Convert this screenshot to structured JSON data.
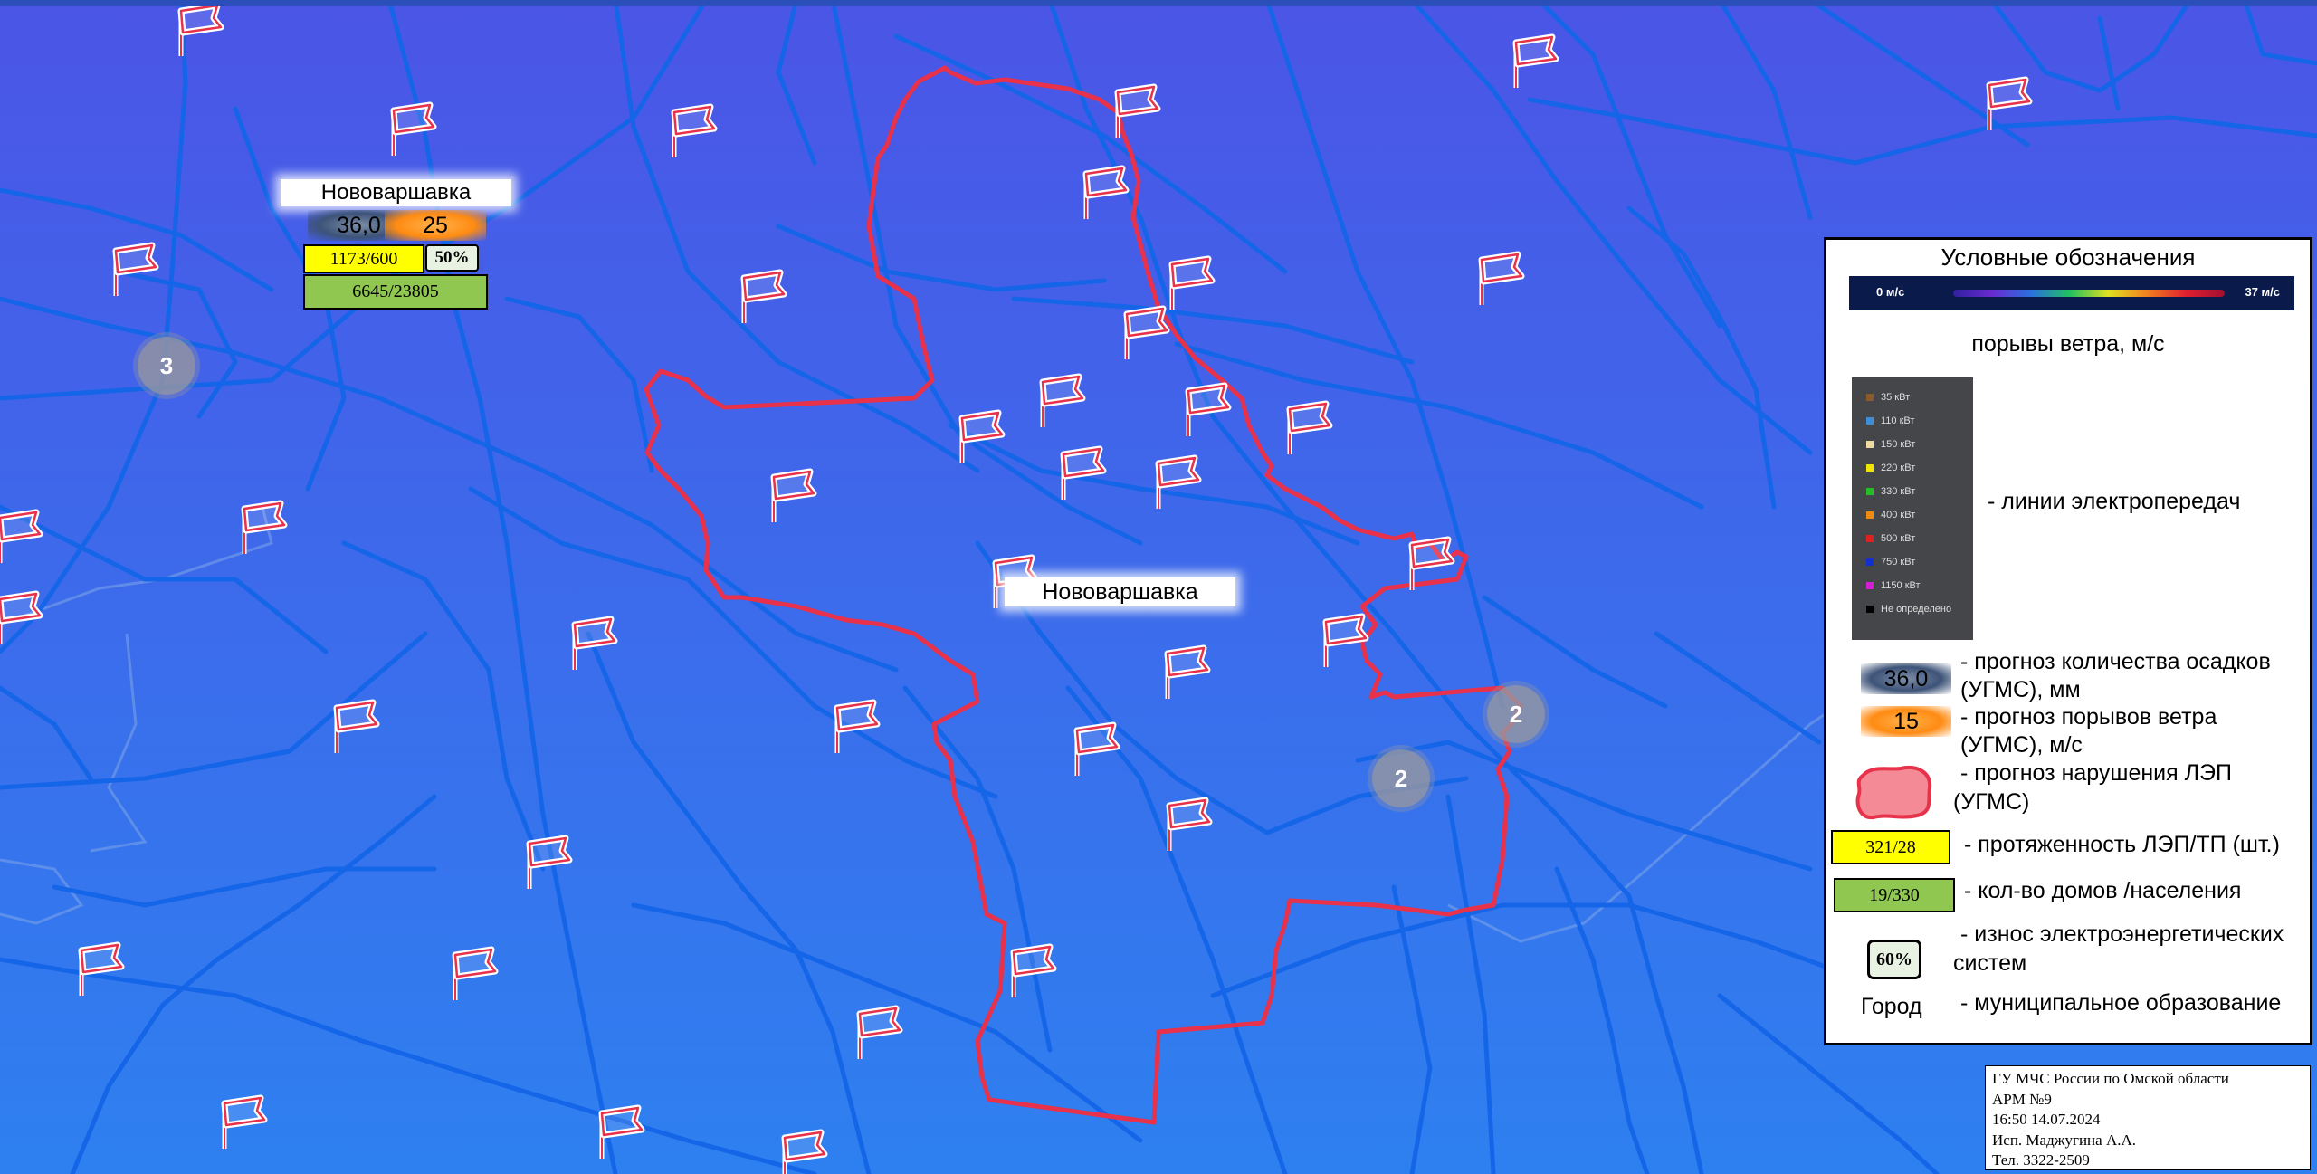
{
  "map": {
    "background_top": "#4b55e6",
    "background_bottom": "#2e80f0",
    "line_color": "#1565e8",
    "boundary_color": "#e8314a",
    "city_label": "Нововаршавка",
    "clusters": [
      {
        "label": "3"
      },
      {
        "label": "2"
      },
      {
        "label": "2"
      }
    ]
  },
  "municipality_card": {
    "name": "Нововаршавка",
    "precipitation": "36,0",
    "wind_gust": "25",
    "line_tp": "1173/600",
    "wear": "50%",
    "houses_population": "6645/23805"
  },
  "legend": {
    "title": "Условные обозначения",
    "wind_scale_min": "0 м/с",
    "wind_scale_max": "37 м/с",
    "wind_caption": "порывы ветра, м/с",
    "voltage_classes": [
      {
        "label": "35 кВт",
        "color": "#8b5a2b"
      },
      {
        "label": "110 кВт",
        "color": "#3b8fd8"
      },
      {
        "label": "150 кВт",
        "color": "#f0d9a0"
      },
      {
        "label": "220 кВт",
        "color": "#f2e600"
      },
      {
        "label": "330 кВт",
        "color": "#22c022"
      },
      {
        "label": "400 кВт",
        "color": "#f08a10"
      },
      {
        "label": "500 кВт",
        "color": "#e02020"
      },
      {
        "label": "750 кВт",
        "color": "#1030d0"
      },
      {
        "label": "1150 кВт",
        "color": "#d020d0"
      },
      {
        "label": "Не определено",
        "color": "#000000"
      }
    ],
    "lines_caption": "- линии электропередач",
    "precip_sample": "36,0",
    "precip_caption_1": "- прогноз количества осадков",
    "precip_caption_2": "(УГМС), мм",
    "gust_sample": "15",
    "gust_caption_1": "- прогноз порывов ветра",
    "gust_caption_2": "(УГМС), м/с",
    "damage_caption_1": "- прогноз нарушения ЛЭП",
    "damage_caption_2": "(УГМС)",
    "length_sample": "321/28",
    "length_caption": "- протяженность ЛЭП/ТП (шт.)",
    "houses_sample": "19/330",
    "houses_caption": "- кол-во домов /населения",
    "wear_sample": "60%",
    "wear_caption_1": "- износ электроэнергетических",
    "wear_caption_2": "систем",
    "city_sample": "Город",
    "city_caption": "- муниципальное образование"
  },
  "stamp": {
    "line1": "ГУ МЧС России по Омской области",
    "line2": "АРМ №9",
    "line3": "16:50 14.07.2024",
    "line4": "Исп. Маджугина А.А.",
    "line5": "Тел. 3322-2509"
  }
}
